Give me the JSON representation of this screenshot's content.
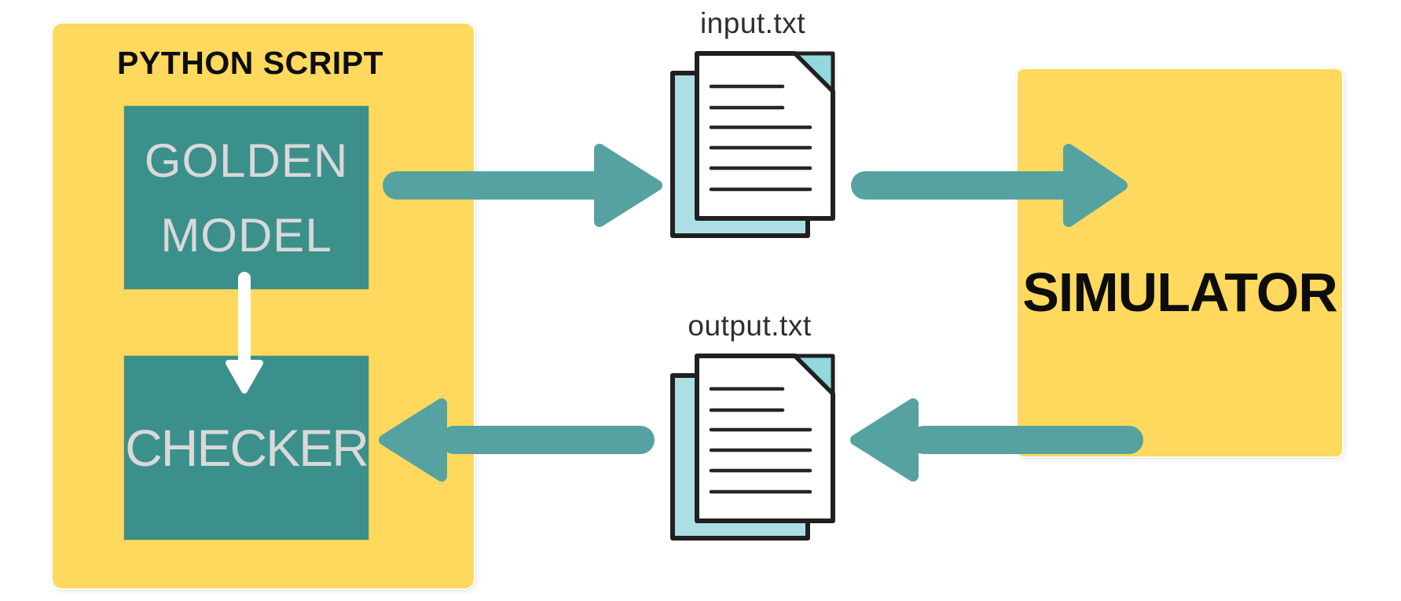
{
  "python_script": {
    "title": "PYTHON SCRIPT",
    "golden_model_line1": "GOLDEN",
    "golden_model_line2": "MODEL",
    "checker_label": "CHECKER"
  },
  "simulator": {
    "title": "SIMULATOR"
  },
  "files": {
    "input_label": "input.txt",
    "output_label": "output.txt"
  },
  "connections": [
    {
      "from": "GOLDEN MODEL",
      "to": "input.txt",
      "direction": "right"
    },
    {
      "from": "input.txt",
      "to": "SIMULATOR",
      "direction": "right"
    },
    {
      "from": "SIMULATOR",
      "to": "output.txt",
      "direction": "left"
    },
    {
      "from": "output.txt",
      "to": "CHECKER",
      "direction": "left"
    },
    {
      "from": "GOLDEN MODEL",
      "to": "CHECKER",
      "direction": "down"
    }
  ],
  "colors": {
    "container_yellow": "#FFD95E",
    "block_teal": "#3B908B",
    "arrow_teal": "#55A2A0",
    "doc_back_page": "#ABDFE3",
    "doc_fold": "#92D8DD",
    "doc_outline": "#202020",
    "block_text": "#D9D9D9",
    "heading_text": "#0D0D0D",
    "down_arrow": "#FFFFFF"
  }
}
